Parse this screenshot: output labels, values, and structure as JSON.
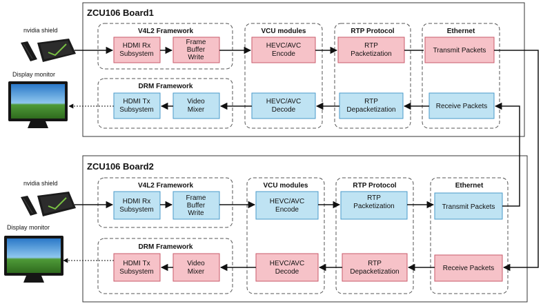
{
  "board1": {
    "title": "ZCU106 Board1",
    "groups": {
      "v4l2": "V4L2 Framework",
      "vcu": "VCU modules",
      "rtp": "RTP Protocol",
      "eth": "Ethernet",
      "drm": "DRM Framework"
    },
    "nodes": {
      "hdmi_rx": [
        "HDMI Rx",
        "Subsystem"
      ],
      "frame_buffer_write": [
        "Frame",
        "Buffer",
        "Write"
      ],
      "encode": [
        "HEVC/AVC",
        "Encode"
      ],
      "packetization": [
        "RTP",
        "Packetization"
      ],
      "transmit": [
        "Transmit Packets"
      ],
      "hdmi_tx": [
        "HDMI Tx",
        "Subsystem"
      ],
      "video_mixer": [
        "Video",
        "Mixer"
      ],
      "decode": [
        "HEVC/AVC",
        "Decode"
      ],
      "depacketization": [
        "RTP",
        "Depacketization"
      ],
      "receive": [
        "Receive Packets"
      ]
    }
  },
  "board2": {
    "title": "ZCU106 Board2",
    "groups": {
      "v4l2": "V4L2 Framework",
      "vcu": "VCU modules",
      "rtp": "RTP Protocol",
      "eth": "Ethernet",
      "drm": "DRM Framework"
    },
    "nodes": {
      "hdmi_rx": [
        "HDMI Rx",
        "Subsystem"
      ],
      "frame_buffer_write": [
        "Frame",
        "Buffer",
        "Write"
      ],
      "encode": [
        "HEVC/AVC",
        "Encode"
      ],
      "packetization": [
        "RTP",
        "Packetization"
      ],
      "transmit": [
        "Transmit Packets"
      ],
      "hdmi_tx": [
        "HDMI Tx",
        "Subsystem"
      ],
      "video_mixer": [
        "Video",
        "Mixer"
      ],
      "decode": [
        "HEVC/AVC",
        "Decode"
      ],
      "depacketization": [
        "RTP",
        "Depacketization"
      ],
      "receive": [
        "Receive Packets"
      ]
    }
  },
  "external": {
    "source_label": "nvidia shield",
    "sink_label": "Display monitor"
  },
  "colors": {
    "red_fill": "#f6c2c8",
    "red_stroke": "#c85a6a",
    "blue_fill": "#bfe3f3",
    "blue_stroke": "#4a9ac8"
  }
}
